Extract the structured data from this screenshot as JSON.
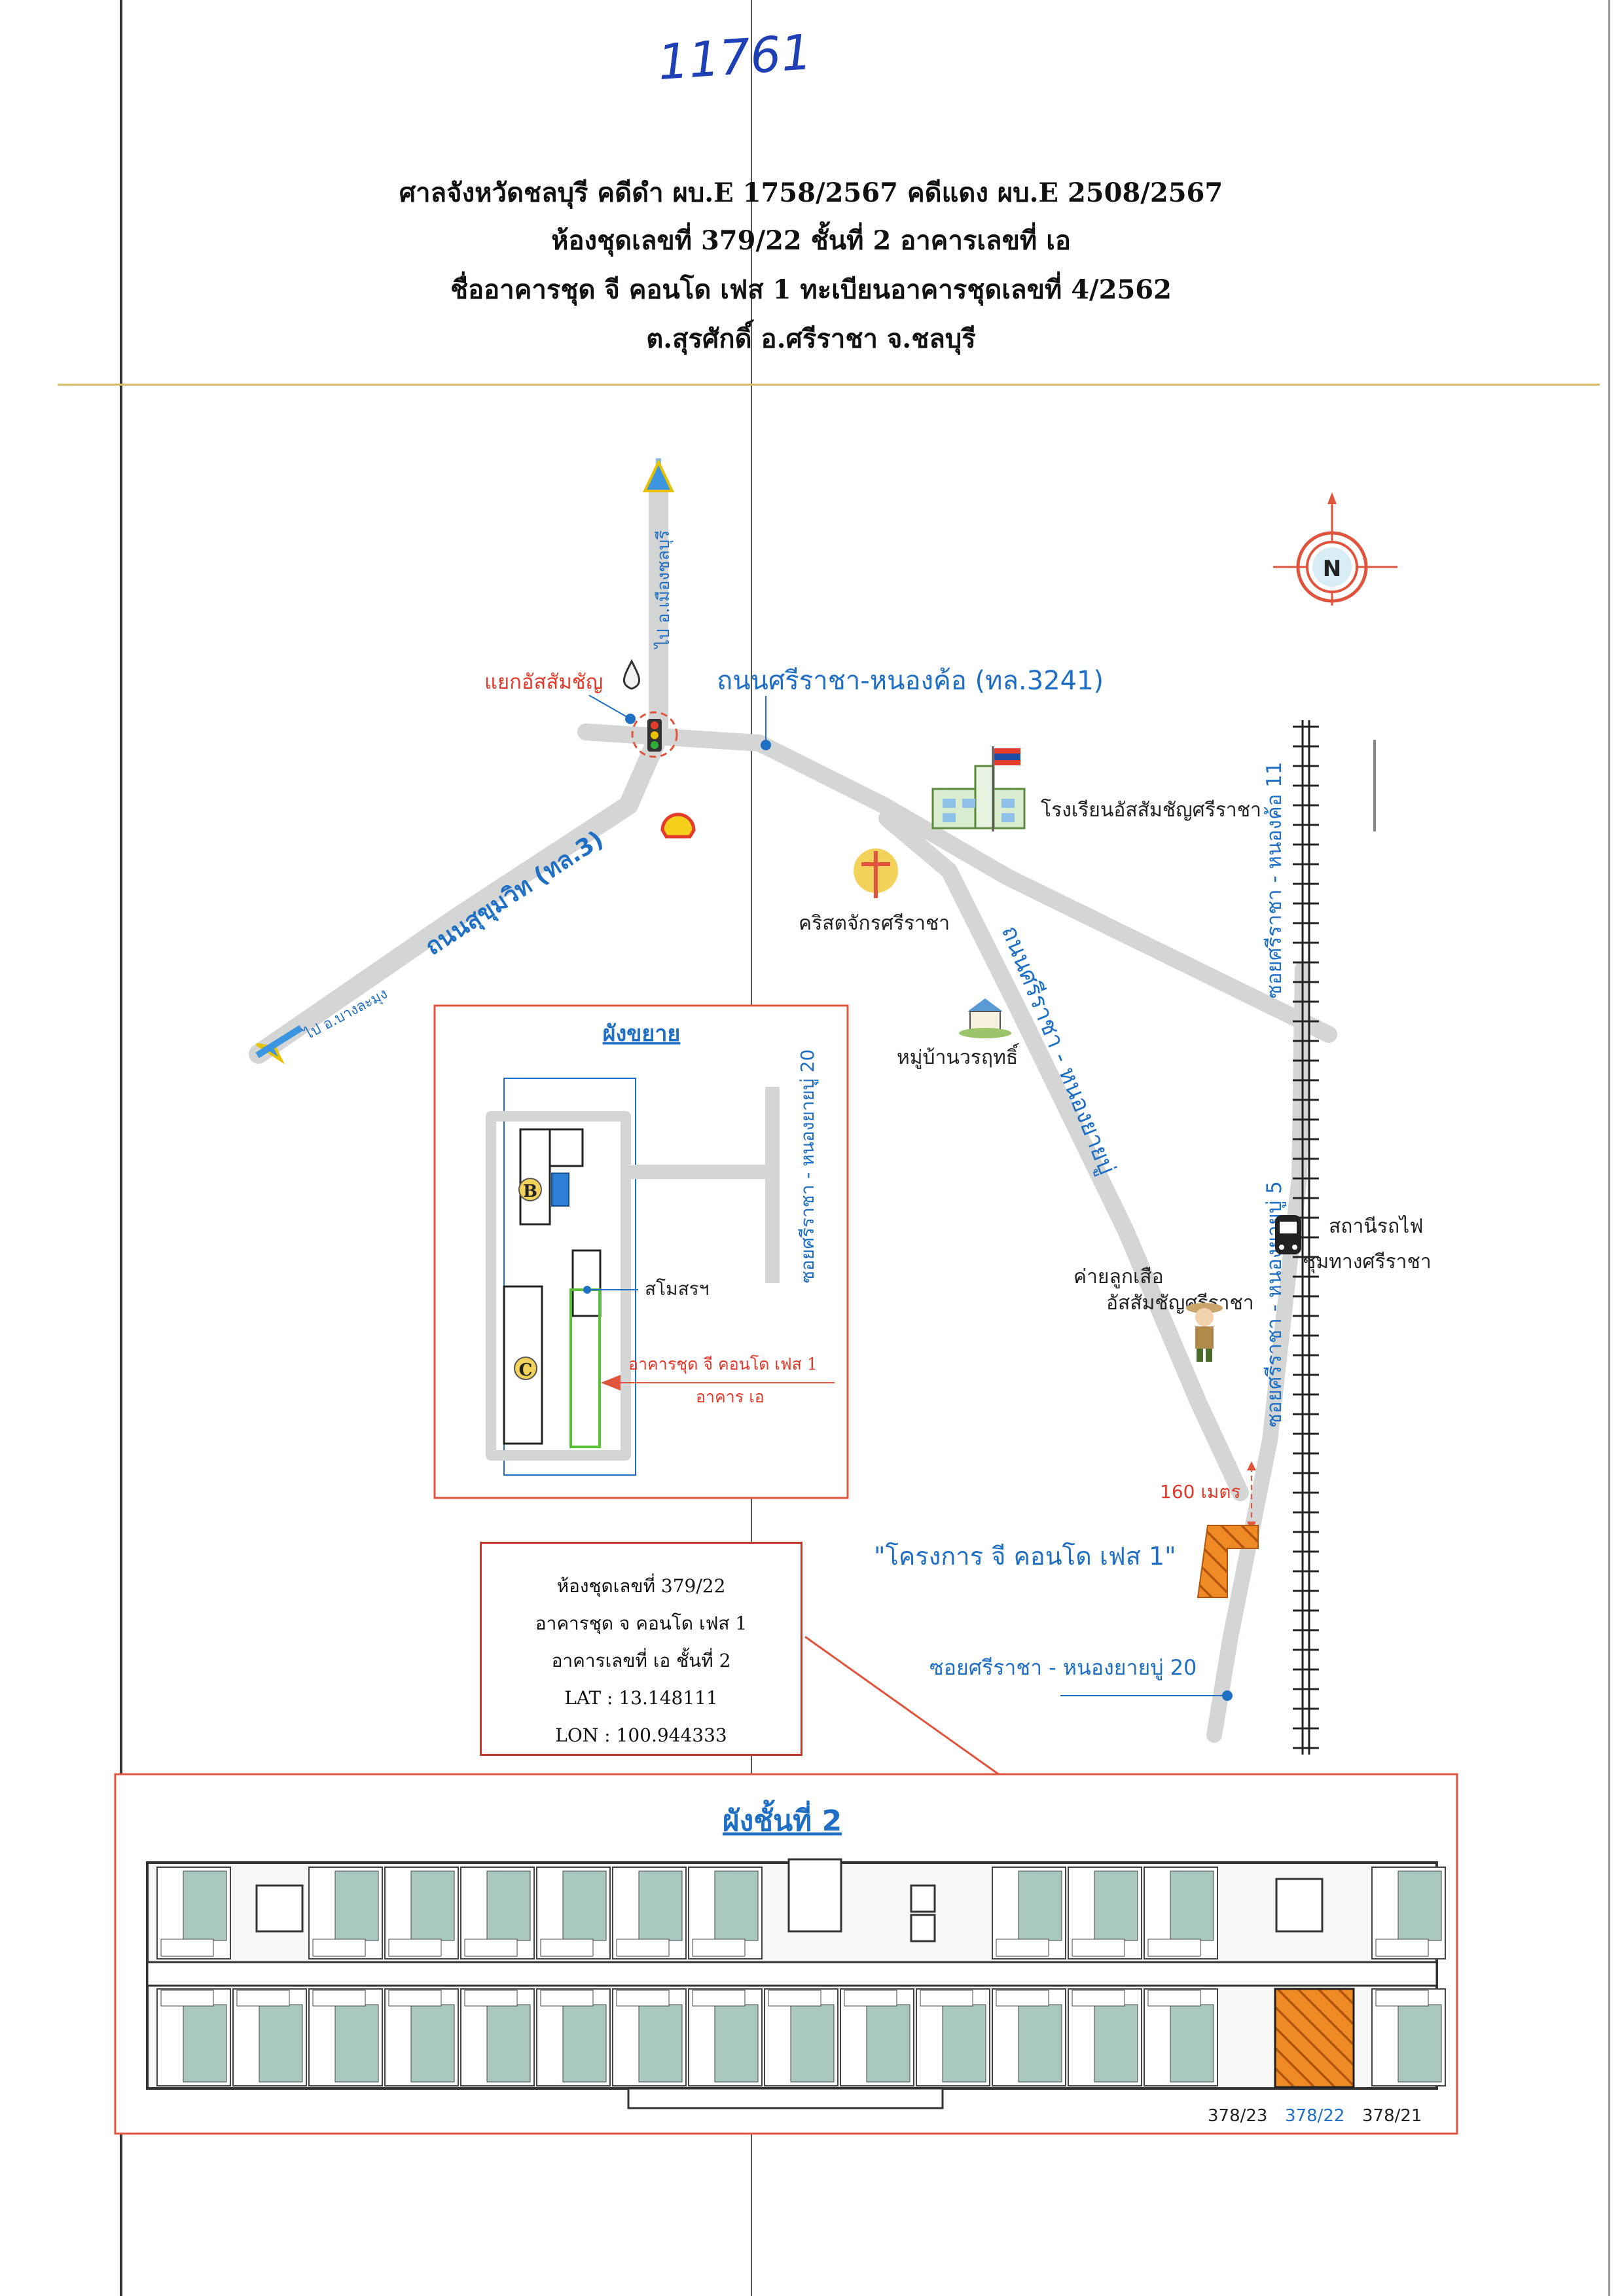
{
  "handwritten_number": "11761",
  "header": {
    "line1": "ศาลจังหวัดชลบุรี คดีดำ ผบ.E 1758/2567 คดีแดง ผบ.E 2508/2567",
    "line2": "ห้องชุดเลขที่ 379/22 ชั้นที่ 2 อาคารเลขที่ เอ",
    "line3": "ชื่ออาคารชุด จี คอนโด เฟส 1 ทะเบียนอาคารชุดเลขที่ 4/2562",
    "line4": "ต.สุรศักดิ์ อ.ศรีราชา จ.ชลบุรี"
  },
  "map": {
    "compass_letter": "N",
    "labels": {
      "junction": "แยกอัสสัมชัญ",
      "road_north": "ไป อ.เมืองชลบุรี",
      "road_3241": "ถนนศรีราชา-หนองค้อ (ทล.3241)",
      "road_sukhumvit": "ถนนสุขุมวิท (ทล.3)",
      "road_southwest": "ไป อ.บางละมุง",
      "school": "โรงเรียนอัสสัมชัญศรีราชา",
      "church": "คริสตจักรศรีราชา",
      "village": "หมู่บ้านวรฤทธิ์",
      "diagonal_road": "ถนนศรีราชา - หนองยายบู่",
      "soi_nongkho_11": "ซอยศรีราชา - หนองค้อ 11",
      "soi_nongyaibu_5": "ซอยศรีราชา - หนองยายบู่ 5",
      "station_line1": "สถานีรถไฟ",
      "station_line2": "ชุมทางศรีราชา",
      "scout_line1": "ค่ายลูกเสือ",
      "scout_line2": "อัสสัมชัญศรีราชา",
      "distance": "160 เมตร",
      "project": "\"โครงการ จี คอนโด เฟส 1\"",
      "soi_nongyaibu_20": "ซอยศรีราชา - หนองยายบู่ 20"
    },
    "inset": {
      "title": "ผังขยาย",
      "road_label": "ซอยศรีราชา - หนองยายบู่ 20",
      "clubhouse": "สโมสรฯ",
      "building_b": "B",
      "building_c": "C",
      "target_line1": "อาคารชุด จี คอนโด เฟส 1",
      "target_line2": "อาคาร เอ"
    },
    "info": {
      "line1": "ห้องชุดเลขที่ 379/22",
      "line2": "อาคารชุด จ คอนโด เฟส 1",
      "line3": "อาคารเลขที่ เอ ชั้นที่ 2",
      "line4": "LAT : 13.148111",
      "line5": "LON : 100.944333"
    },
    "floor_plan": {
      "title": "ผังชั้นที่ 2",
      "unit_labels": [
        "378/23",
        "378/22",
        "378/21"
      ]
    },
    "colors": {
      "highlight": "#f08a24",
      "frame_red": "#e0533c",
      "road_gray": "#d3d6d4",
      "blue_text": "#1f6fc4",
      "red_text": "#e03a2a",
      "room_fill": "#a9c8c0"
    }
  }
}
